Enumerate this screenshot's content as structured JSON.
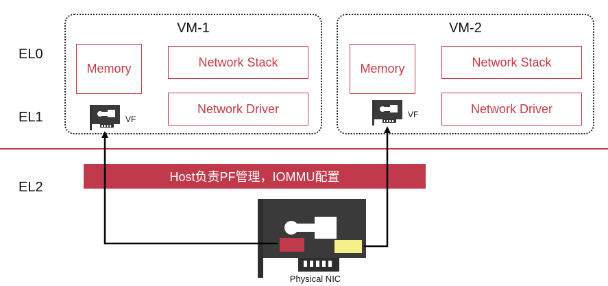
{
  "levels": {
    "el0": "EL0",
    "el1": "EL1",
    "el2": "EL2"
  },
  "vm1": {
    "title": "VM-1",
    "memory": "Memory",
    "network_stack": "Network Stack",
    "network_driver": "Network Driver",
    "vf": "VF"
  },
  "vm2": {
    "title": "VM-2",
    "memory": "Memory",
    "network_stack": "Network Stack",
    "network_driver": "Network Driver",
    "vf": "VF"
  },
  "host": {
    "label": "Host负责PF管理，IOMMU配置"
  },
  "nic": {
    "label": "Physical NIC"
  },
  "colors": {
    "accent_red": "#c83a48",
    "host_bar": "#c03a4b",
    "nic_yellow": "#f5f08a"
  }
}
